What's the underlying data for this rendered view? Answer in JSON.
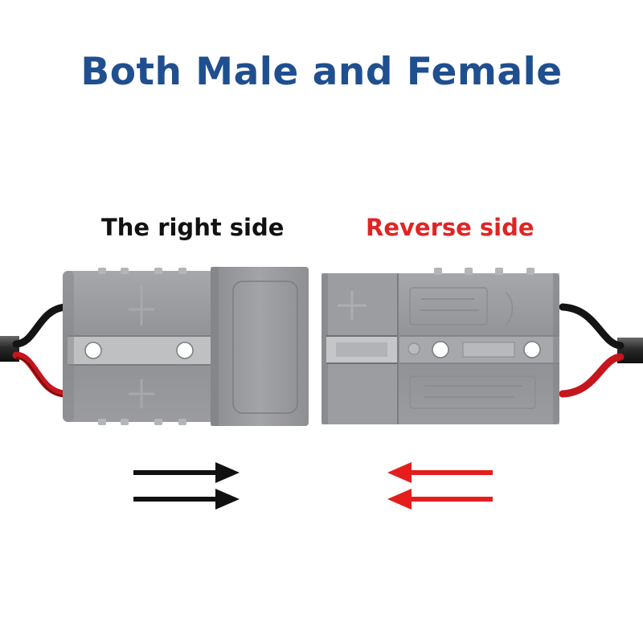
{
  "title": "Both Male and Female",
  "left_label": "The right side",
  "right_label": "Reverse side",
  "colors": {
    "title": "#1f4f8f",
    "left_label": "#111111",
    "right_label": "#e02424",
    "housing": "#9a9b9e",
    "cable_red": "#c4161c",
    "cable_black": "#141414",
    "arrow_left": "#111111",
    "arrow_right": "#e51d1d"
  },
  "icons": {
    "left_arrows": "double-arrow-right-icon",
    "right_arrows": "double-arrow-left-icon"
  }
}
